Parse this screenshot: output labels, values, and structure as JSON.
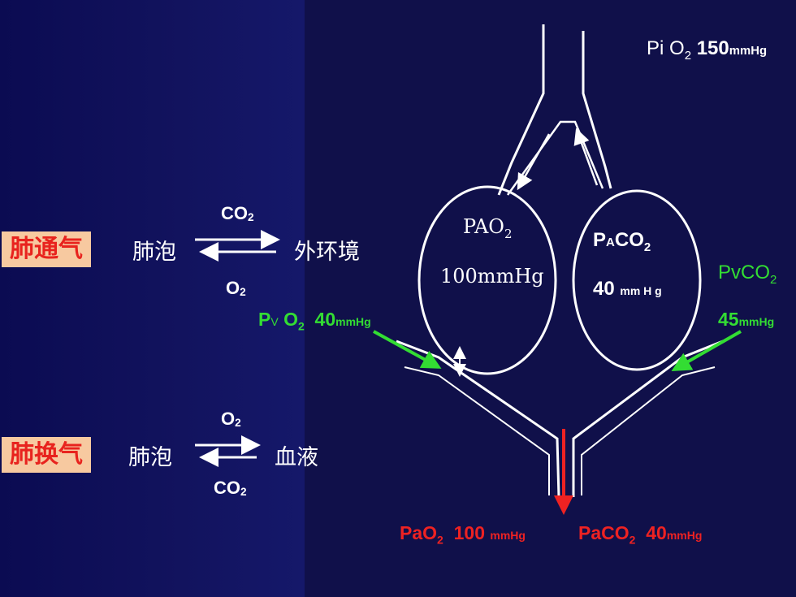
{
  "ventilation": {
    "tag": "肺通气",
    "left": "肺泡",
    "right": "外环境",
    "top_gas": "CO",
    "top_sub": "2",
    "bottom_gas": "O",
    "bottom_sub": "2"
  },
  "exchange": {
    "tag": "肺换气",
    "left": "肺泡",
    "right": "血液",
    "top_gas": "O",
    "top_sub": "2",
    "bottom_gas": "CO",
    "bottom_sub": "2"
  },
  "labels": {
    "pio2": {
      "name": "Pi O",
      "sub": "2",
      "value": "150",
      "unit": "mmHg"
    },
    "pao2_alv": {
      "name": "PAO",
      "sub": "2",
      "value": "100mmHg"
    },
    "paco2_alv": {
      "name1": "P",
      "name_small": "A",
      "name2": "CO",
      "sub": "2",
      "value": "40",
      "unit": "mm H g"
    },
    "pvo2": {
      "name": "P",
      "name_small": "V",
      "name2": " O",
      "sub": "2",
      "value": "40",
      "unit": "mmHg"
    },
    "pvco2": {
      "name": "PvCO",
      "sub": "2",
      "value": "45",
      "unit": "mmHg"
    },
    "pao2_art": {
      "name": "PaO",
      "sub": "2",
      "value": "100",
      "unit": "mmHg"
    },
    "paco2_art": {
      "name": "PaCO",
      "sub": "2",
      "value": "40",
      "unit": "mmHg"
    }
  },
  "colors": {
    "tag_bg": "#f7c9a0",
    "tag_text": "#e8231e",
    "green": "#33dd33",
    "red": "#ee2222",
    "line": "#ffffff"
  }
}
